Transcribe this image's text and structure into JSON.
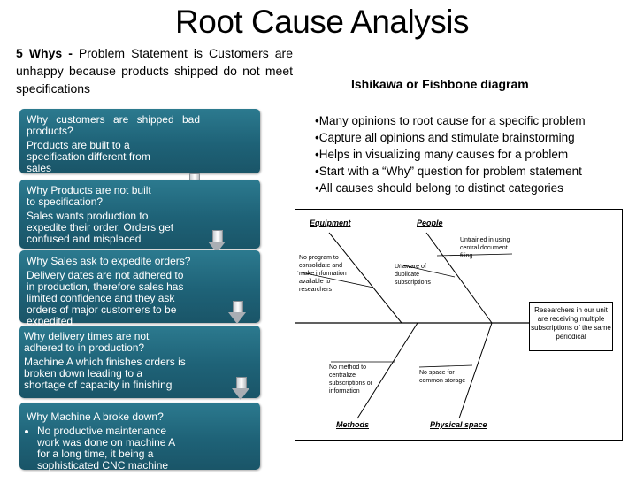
{
  "title": "Root Cause Analysis",
  "intro": {
    "lead": "5 Whys -",
    "text": "Problem Statement is Customers are unhappy because products shipped do not meet specifications"
  },
  "whys": [
    {
      "question": "Why customers are shipped bad products?",
      "answer": "Products are built to a specification different from sales"
    },
    {
      "question": "Why Products are not built to specification?",
      "answer": "Sales wants production to expedite their order. Orders get confused and misplaced"
    },
    {
      "question": "Why Sales ask to expedite orders?",
      "answer": "Delivery dates are not adhered to in production, therefore sales has limited confidence and they ask orders of major customers to be expedited"
    },
    {
      "question": "Why delivery times are not adhered to in production?",
      "answer": "Machine A which finishes orders is broken down leading to a shortage of capacity in finishing"
    },
    {
      "question": "Why Machine A broke down?",
      "answer": "No productive maintenance work was done on machine A for a long time, it being a sophisticated  CNC machine"
    }
  ],
  "fishbone": {
    "heading": "Ishikawa or Fishbone diagram",
    "bullets": [
      "•Many opinions to root cause for a specific problem",
      "•Capture all opinions and stimulate brainstorming",
      "•Helps in visualizing many causes for a problem",
      "•Start with a “Why” question for problem statement",
      "•All causes should belong to distinct categories"
    ],
    "categories": {
      "equipment": "Equipment",
      "people": "People",
      "methods": "Methods",
      "physical": "Physical space"
    },
    "causes": {
      "untrained": "Untrained in using central document filing",
      "no_program": "No program to consolidate and make information available to researchers",
      "unaware": "Unaware of duplicate subscriptions",
      "no_method": "No method to centralize subscriptions or information",
      "no_space": "No space for common storage"
    },
    "effect": "Researchers in our unit are receiving multiple subscriptions of the same periodical"
  }
}
